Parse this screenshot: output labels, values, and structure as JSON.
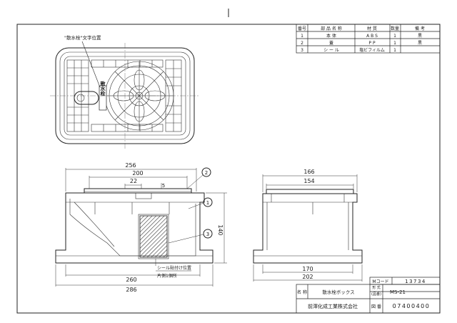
{
  "parts_table": {
    "headers": [
      "番号",
      "部 品 名 称",
      "材 質",
      "数量",
      "備 考"
    ],
    "rows": [
      [
        "1",
        "本 体",
        "A B S",
        "1",
        "黒"
      ],
      [
        "2",
        "蓋",
        "P P",
        "1",
        "黒"
      ],
      [
        "3",
        "シ ー ル",
        "塩ビフィルム",
        "1",
        ""
      ]
    ]
  },
  "plan_view": {
    "callout": "\"散水栓\"文字位置",
    "lid_text": "散水栓"
  },
  "front_view": {
    "dims": {
      "top_outer": "256",
      "top_inner": "200",
      "slot": "22",
      "small": "5",
      "height": "140",
      "bottom_inner": "260",
      "bottom_outer": "286"
    },
    "balloons": [
      "1",
      "2",
      "3"
    ],
    "note": [
      "シール貼付け位置",
      "片側1個所"
    ]
  },
  "side_view": {
    "dims": {
      "top_outer": "166",
      "top_inner": "154",
      "bottom_inner": "170",
      "bottom_outer": "202"
    }
  },
  "title_block": {
    "mcode_label": "Mコード",
    "mcode_value": "13734",
    "name_label": "名 称",
    "name_value": "散水栓ボックス",
    "model_label": "形 式",
    "model_sub": "(品番)",
    "model_value": "MS-21",
    "company": "前澤化成工業株式会社",
    "drawing_label": "図 番",
    "drawing_value": "07400400"
  }
}
